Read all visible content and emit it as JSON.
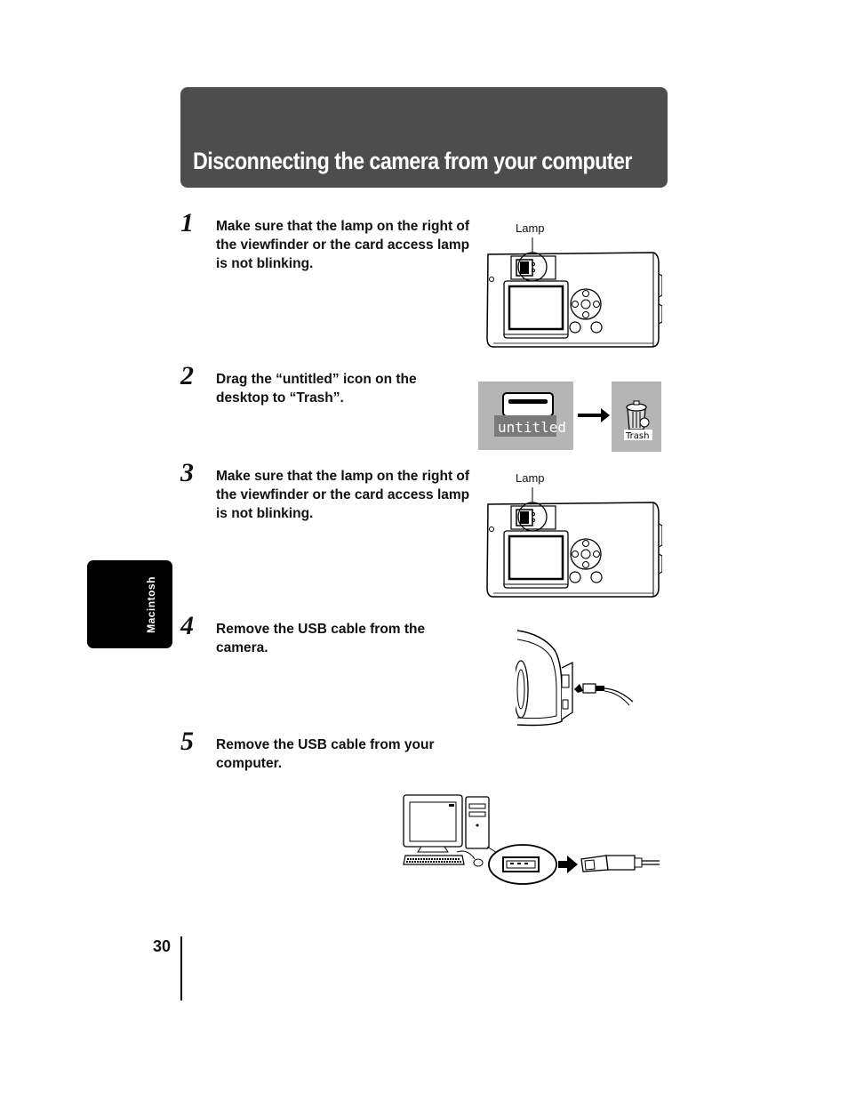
{
  "header": {
    "title": "Disconnecting the camera from your computer"
  },
  "steps": [
    {
      "number": "1",
      "text": "Make sure that the lamp on the right of the viewfinder or the card access lamp is not blinking."
    },
    {
      "number": "2",
      "text": "Drag the “untitled” icon on the desktop to “Trash”."
    },
    {
      "number": "3",
      "text": "Make sure that the lamp on the right of the viewfinder or the card access lamp is not blinking."
    },
    {
      "number": "4",
      "text": "Remove the USB cable from the camera."
    },
    {
      "number": "5",
      "text": "Remove the USB cable from your computer."
    }
  ],
  "figures": {
    "lamp_label_1": "Lamp",
    "lamp_label_2": "Lamp",
    "disk_label": "untitled",
    "trash_label": "Trash"
  },
  "side_tab": {
    "label": "Macintosh"
  },
  "footer": {
    "page_number": "30"
  }
}
